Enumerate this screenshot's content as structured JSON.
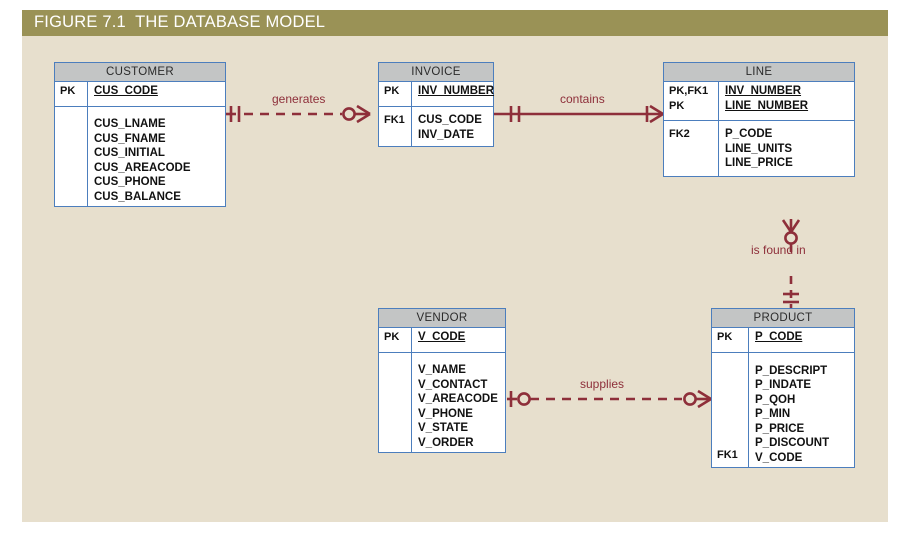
{
  "figure": {
    "banner_label": "FIGURE 7.1  THE DATABASE MODEL",
    "banner_color": "#9a9256",
    "canvas_color": "#e7dfcd",
    "entity_header_color": "#c3c5c5",
    "entity_border_color": "#4c7ebd",
    "relationship_color": "#8e2f3a"
  },
  "entities": {
    "customer": {
      "name": "CUSTOMER",
      "pk_keys": [
        "PK"
      ],
      "pk_attrs": [
        "CUS_CODE"
      ],
      "attr_keys": [],
      "attrs": [
        "CUS_LNAME",
        "CUS_FNAME",
        "CUS_INITIAL",
        "CUS_AREACODE",
        "CUS_PHONE",
        "CUS_BALANCE"
      ]
    },
    "invoice": {
      "name": "INVOICE",
      "pk_keys": [
        "PK"
      ],
      "pk_attrs": [
        "INV_NUMBER"
      ],
      "attr_keys": [
        "FK1"
      ],
      "attrs": [
        "CUS_CODE",
        "INV_DATE"
      ]
    },
    "line": {
      "name": "LINE",
      "pk_keys": [
        "PK,FK1",
        "PK"
      ],
      "pk_attrs": [
        "INV_NUMBER",
        "LINE_NUMBER"
      ],
      "attr_keys": [
        "FK2"
      ],
      "attrs": [
        "P_CODE",
        "LINE_UNITS",
        "LINE_PRICE"
      ]
    },
    "vendor": {
      "name": "VENDOR",
      "pk_keys": [
        "PK"
      ],
      "pk_attrs": [
        "V_CODE"
      ],
      "attr_keys": [],
      "attrs": [
        "V_NAME",
        "V_CONTACT",
        "V_AREACODE",
        "V_PHONE",
        "V_STATE",
        "V_ORDER"
      ]
    },
    "product": {
      "name": "PRODUCT",
      "pk_keys": [
        "PK"
      ],
      "pk_attrs": [
        "P_CODE"
      ],
      "attr_keys": [
        "FK1"
      ],
      "attrs": [
        "P_DESCRIPT",
        "P_INDATE",
        "P_QOH",
        "P_MIN",
        "P_PRICE",
        "P_DISCOUNT",
        "V_CODE"
      ]
    }
  },
  "relationships": {
    "generates": {
      "label": "generates",
      "from": "CUSTOMER",
      "to": "INVOICE",
      "line_style": "dashed",
      "from_cardinality": "one-and-only-one",
      "to_cardinality": "zero-or-many"
    },
    "contains": {
      "label": "contains",
      "from": "INVOICE",
      "to": "LINE",
      "line_style": "solid",
      "from_cardinality": "one-and-only-one",
      "to_cardinality": "one-or-many"
    },
    "is_found_in": {
      "label": "is found in",
      "from": "LINE",
      "to": "PRODUCT",
      "line_style": "dashed",
      "from_cardinality": "zero-or-many",
      "to_cardinality": "one-and-only-one"
    },
    "supplies": {
      "label": "supplies",
      "from": "VENDOR",
      "to": "PRODUCT",
      "line_style": "dashed",
      "from_cardinality": "zero-or-one",
      "to_cardinality": "zero-or-many"
    }
  }
}
